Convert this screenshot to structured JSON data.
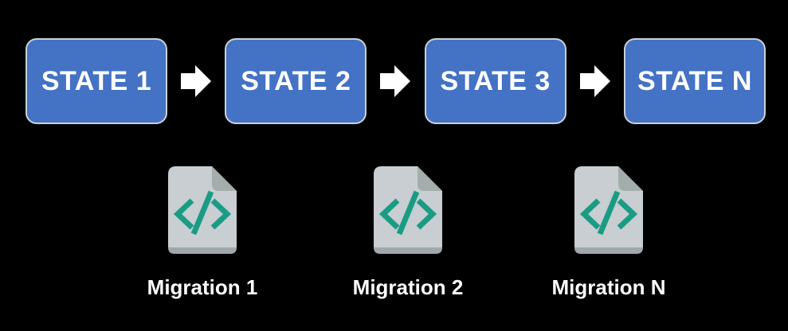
{
  "diagram": {
    "type": "state-migration-flow",
    "states": [
      {
        "label": "STATE 1"
      },
      {
        "label": "STATE 2"
      },
      {
        "label": "STATE 3"
      },
      {
        "label": "STATE N"
      }
    ],
    "arrows": [
      {
        "icon": "arrow-right-icon"
      },
      {
        "icon": "arrow-right-icon"
      },
      {
        "icon": "arrow-right-icon"
      }
    ],
    "migrations": [
      {
        "label": "Migration 1",
        "icon": "code-file-icon"
      },
      {
        "label": "Migration 2",
        "icon": "code-file-icon"
      },
      {
        "label": "Migration N",
        "icon": "code-file-icon"
      }
    ]
  },
  "colors": {
    "background": "#000000",
    "state_fill": "#4472C4",
    "state_border": "#CBD1D7",
    "state_text": "#FFFFFF",
    "arrow_fill": "#FFFFFF",
    "file_body": "#C8CED1",
    "file_fold": "#A3ADAB",
    "file_edge": "#9FA8AC",
    "code_teal": "#1A9C84",
    "label_text": "#FFFFFF"
  }
}
